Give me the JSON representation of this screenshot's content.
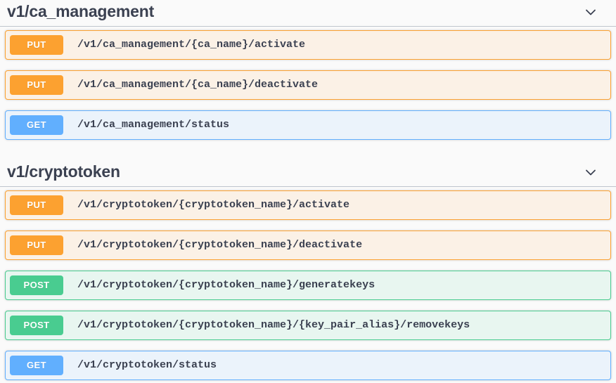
{
  "page": {
    "background_color": "#fafafa",
    "text_color": "#3b4151"
  },
  "method_colors": {
    "put": "#fca130",
    "get": "#61affe",
    "post": "#49cc90"
  },
  "sections": [
    {
      "tag_title": "v1/ca_management",
      "collapse_icon": "chevron-down-icon",
      "operations": [
        {
          "method": "PUT",
          "method_class": "put",
          "path": "/v1/ca_management/{ca_name}/activate"
        },
        {
          "method": "PUT",
          "method_class": "put",
          "path": "/v1/ca_management/{ca_name}/deactivate"
        },
        {
          "method": "GET",
          "method_class": "get",
          "path": "/v1/ca_management/status"
        }
      ]
    },
    {
      "tag_title": "v1/cryptotoken",
      "collapse_icon": "chevron-down-icon",
      "operations": [
        {
          "method": "PUT",
          "method_class": "put",
          "path": "/v1/cryptotoken/{cryptotoken_name}/activate"
        },
        {
          "method": "PUT",
          "method_class": "put",
          "path": "/v1/cryptotoken/{cryptotoken_name}/deactivate"
        },
        {
          "method": "POST",
          "method_class": "post",
          "path": "/v1/cryptotoken/{cryptotoken_name}/generatekeys"
        },
        {
          "method": "POST",
          "method_class": "post",
          "path": "/v1/cryptotoken/{cryptotoken_name}/{key_pair_alias}/removekeys"
        },
        {
          "method": "GET",
          "method_class": "get",
          "path": "/v1/cryptotoken/status"
        }
      ]
    }
  ]
}
